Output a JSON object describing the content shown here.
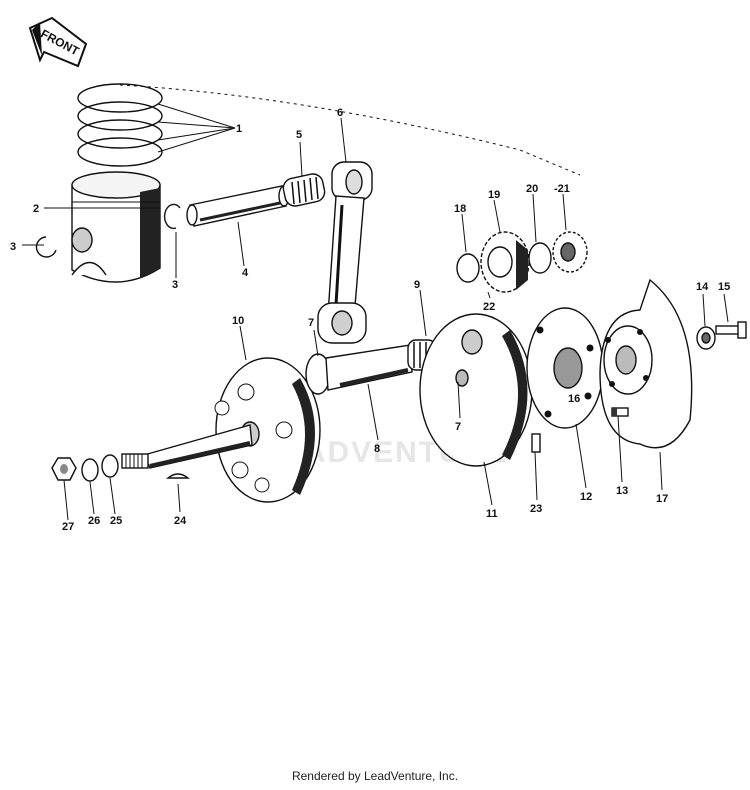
{
  "front_badge": "FRONT",
  "watermark": "LEADVENTURE",
  "footer": "Rendered by LeadVenture, Inc.",
  "callouts": {
    "p1": "1",
    "p2": "2",
    "p3a": "3",
    "p3b": "3",
    "p4": "4",
    "p5": "5",
    "p6": "6",
    "p7a": "7",
    "p7b": "7",
    "p8": "8",
    "p9": "9",
    "p10": "10",
    "p11": "11",
    "p12": "12",
    "p13": "13",
    "p14": "14",
    "p15": "15",
    "p16": "16",
    "p17": "17",
    "p18": "18",
    "p19": "19",
    "p20": "20",
    "p21": "-21",
    "p22": "22",
    "p23": "23",
    "p24": "24",
    "p25": "25",
    "p26": "26",
    "p27": "27"
  }
}
